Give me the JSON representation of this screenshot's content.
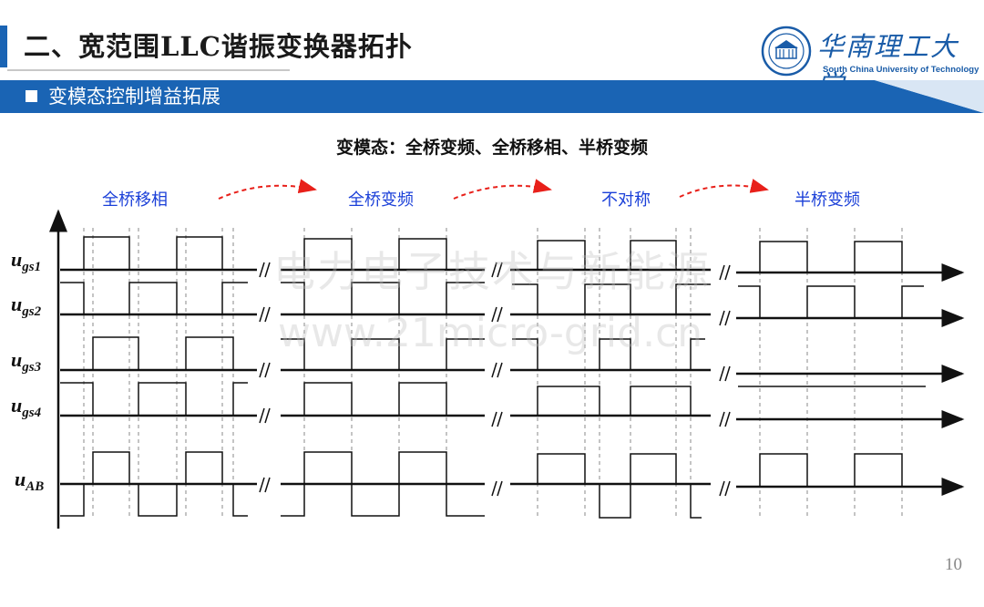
{
  "header": {
    "title": "二、宽范围LLC谐振变换器拓扑",
    "section": "变模态控制增益拓展",
    "university_name": "华南理工大学",
    "university_en": "South China University of Technology"
  },
  "subtitle": "变模态：全桥变频、全桥移相、半桥变频",
  "modes": [
    "全桥移相",
    "全桥变频",
    "不对称",
    "半桥变频"
  ],
  "signals": [
    {
      "base": "u",
      "sub": "gs1"
    },
    {
      "base": "u",
      "sub": "gs2"
    },
    {
      "base": "u",
      "sub": "gs3"
    },
    {
      "base": "u",
      "sub": "gs4"
    },
    {
      "base": "u",
      "sub": "AB"
    }
  ],
  "watermark": {
    "line1": "电力电子技术与新能源",
    "line2": "www.21micro-grid.cn"
  },
  "page_number": "10",
  "colors": {
    "accent": "#1a64b4",
    "banner": "#1a64b4",
    "mode_text": "#1a3fd8",
    "arrow": "#e8201a"
  }
}
